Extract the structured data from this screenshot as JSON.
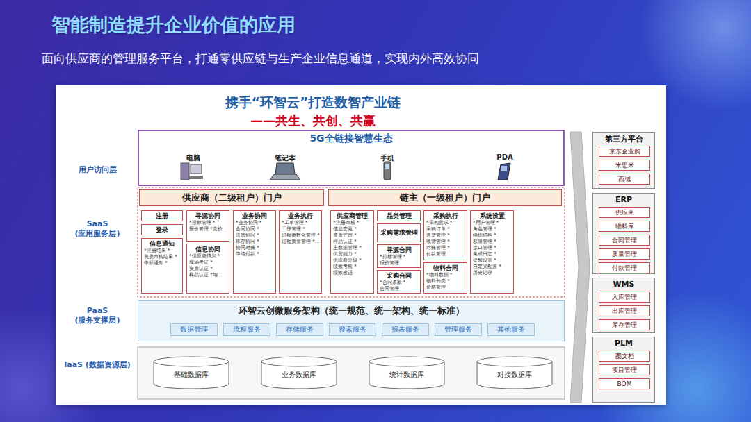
{
  "diagram": {
    "title": "智能制造提升企业价值的应用",
    "nodes": [
      {
        "text": [
          "携手“环智云”打造数智产业链",
          "——共生、共创、共赢"
        ]
      },
      {
        "text": [
          "5G全链接智慧生态"
        ],
        "in": 0
      },
      {
        "text": [
          "供应商（二级租户）门户"
        ],
        "in": 0
      },
      {
        "text": [
          "注册"
        ],
        "in": 2
      },
      {
        "text": [
          "登录"
        ],
        "in": 2
      },
      {
        "text": [
          "信息通知",
          "*注册结果 *资质审核结果 *中标通知 *…"
        ],
        "in": 2
      },
      {
        "text": [
          "寻源协同",
          "*投标管理 *报价管理 *竞价…"
        ],
        "in": 2
      },
      {
        "text": [
          "信息协同",
          "*供应商信息 *现场考证 *资质认证 *样品认证 *纳…"
        ],
        "in": 2
      },
      {
        "text": [
          "业务协同",
          "*业务协同 *合同协同 *送货协同 *库存协同 *协同对账 *申请付款 *…"
        ],
        "in": 2
      },
      {
        "text": [
          "业务执行",
          "*工单管理 *工序管理 *过程参数化管理 *过程质量管理 *…"
        ],
        "in": 2
      },
      {
        "text": [
          "链主（一级租户）门户"
        ],
        "in": 0
      },
      {
        "text": [
          "供应商管理",
          "*注册审核 *信息变更 *资质评审 *样品认证 *主数据管理 *供货能力 *供应商分级 *绩效考核 *绩效改进"
        ],
        "in": 10
      },
      {
        "text": [
          "品类管理"
        ],
        "in": 10
      },
      {
        "text": [
          "采购需求管理"
        ],
        "in": 10
      },
      {
        "text": [
          "寻源合同",
          "*招标管理 *报价管理"
        ],
        "in": 10
      },
      {
        "text": [
          "采购合同",
          "*合同条款 *合同管理"
        ],
        "in": 10
      },
      {
        "text": [
          "采购执行",
          "*采购需求 *采购订单 *送货管理 *收货管理 *对账管理 *付款管理"
        ],
        "in": 10
      },
      {
        "text": [
          "物料合同",
          "*物料数据 *物料分类 *价格管理"
        ],
        "in": 10
      },
      {
        "text": [
          "系统设置",
          "*用户管理 *角色管理 *组织结构 *权限管理 *接口管理 *集成日志 *提醒设置 *自定义配置 *历史记录"
        ],
        "in": 10
      },
      {
        "text": [
          "环智云创微服务架构（统一规范、统一架构、统一标准）"
        ],
        "in": 0
      },
      {
        "text": [
          "数据管理"
        ],
        "in": 19
      },
      {
        "text": [
          "流程服务"
        ],
        "in": 19
      },
      {
        "text": [
          "存储服务"
        ],
        "in": 19
      },
      {
        "text": [
          "搜索服务"
        ],
        "in": 19
      },
      {
        "text": [
          "报表服务"
        ],
        "in": 19
      },
      {
        "text": [
          "管理服务"
        ],
        "in": 19
      },
      {
        "text": [
          "其他服务"
        ],
        "in": 19
      },
      {
        "text": [
          "基础数据库"
        ],
        "in": 0
      },
      {
        "text": [
          "业务数据库"
        ],
        "in": 0
      },
      {
        "text": [
          "统计数据库"
        ],
        "in": 0
      },
      {
        "text": [
          "对接数据库"
        ],
        "in": 0
      },
      {
        "text": [
          "第三方平台"
        ],
        "in": 0
      },
      {
        "text": [
          "京东企业购"
        ],
        "in": 31
      },
      {
        "text": [
          "米思米"
        ],
        "in": 31
      },
      {
        "text": [
          "西域"
        ],
        "in": 31
      },
      {
        "text": [
          "ERP"
        ],
        "in": 0
      },
      {
        "text": [
          "供应商"
        ],
        "in": 35
      },
      {
        "text": [
          "物料库"
        ],
        "in": 35
      },
      {
        "text": [
          "合同管理"
        ],
        "in": 35
      },
      {
        "text": [
          "质量管理"
        ],
        "in": 35
      },
      {
        "text": [
          "付款管理"
        ],
        "in": 35
      },
      {
        "text": [
          "WMS"
        ],
        "in": 0
      },
      {
        "text": [
          "入库管理"
        ],
        "in": 41
      },
      {
        "text": [
          "出库管理"
        ],
        "in": 41
      },
      {
        "text": [
          "库存管理"
        ],
        "in": 41
      },
      {
        "text": [
          "PLM"
        ],
        "in": 0
      },
      {
        "text": [
          "图文档"
        ],
        "in": 45
      },
      {
        "text": [
          "项目管理"
        ],
        "in": 45
      },
      {
        "text": [
          "BOM"
        ],
        "in": 45
      }
    ],
    "labels": [
      "面向供应商的管理服务平台，打通零供应链与生产企业信息通道，实现内外高效协同",
      "用户访问层",
      "电脑",
      "笔记本",
      "手机",
      "PDA",
      "SaaS (应用服务层)",
      "PaaS (服务支撑层)",
      "IaaS (数据资源层)"
    ]
  }
}
